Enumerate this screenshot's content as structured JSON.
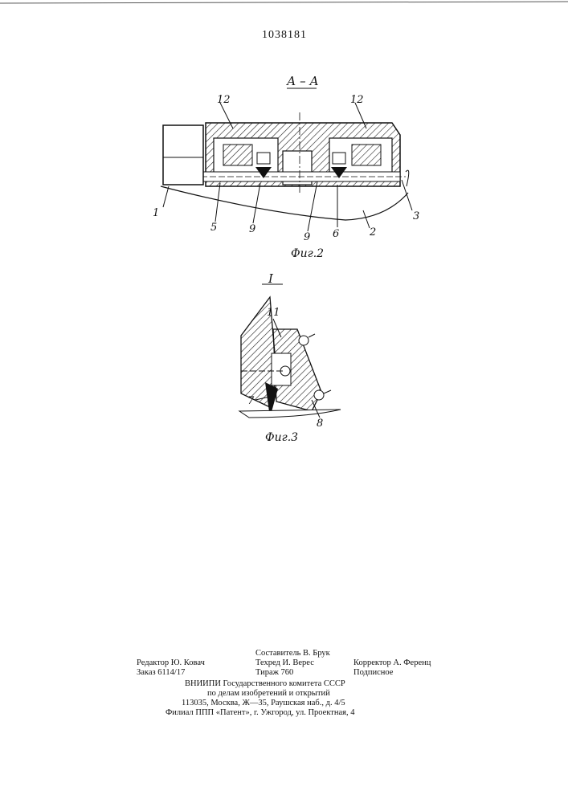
{
  "patent_number": "1038181",
  "fig2": {
    "section_label": "А – А",
    "caption": "Фиг.2",
    "labels": [
      "12",
      "12",
      "1",
      "5",
      "9",
      "9",
      "6",
      "2",
      "3"
    ]
  },
  "fig3": {
    "detail_label": "I",
    "caption": "Фиг.3",
    "labels": [
      "11",
      "7",
      "8"
    ]
  },
  "footer": {
    "compiler": "Составитель В. Брук",
    "editor": "Редактор Ю. Ковач",
    "techred": "Техред И. Верес",
    "corrector": "Корректор А. Ференц",
    "order": "Заказ 6114/17",
    "circulation": "Тираж 760",
    "subscription": "Подписное",
    "org_line1": "ВНИИПИ Государственного комитета СССР",
    "org_line2": "по делам изобретений и открытий",
    "org_line3": "113035, Москва, Ж—35, Раушская наб., д. 4/5",
    "branch": "Филиал ППП «Патент», г. Ужгород, ул. Проектная, 4"
  }
}
